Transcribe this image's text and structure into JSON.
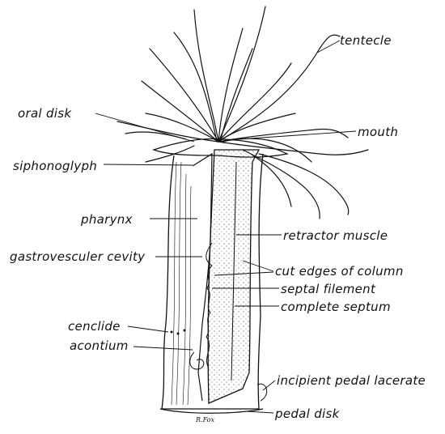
{
  "labels": {
    "tentacle": "tentecle",
    "oral_disk": "oral disk",
    "mouth": "mouth",
    "siphonoglyph": "siphonoglyph",
    "pharynx": "pharynx",
    "retractor_muscle": "retractor muscle",
    "gastrovascular_cavity": "gastrovesculer cevity",
    "cut_edges": "cut edges of column",
    "septal_filament": "septal filement",
    "complete_septum": "complete septum",
    "cinclide": "cenclide",
    "acontium": "acontium",
    "incipient_pedal_lacerate": "incipient pedal lacerate",
    "pedal_disk": "pedal disk"
  },
  "signature": "R.Fox",
  "colors": {
    "ink": "#111111",
    "paper": "#ffffff",
    "stipple": "#555555"
  }
}
